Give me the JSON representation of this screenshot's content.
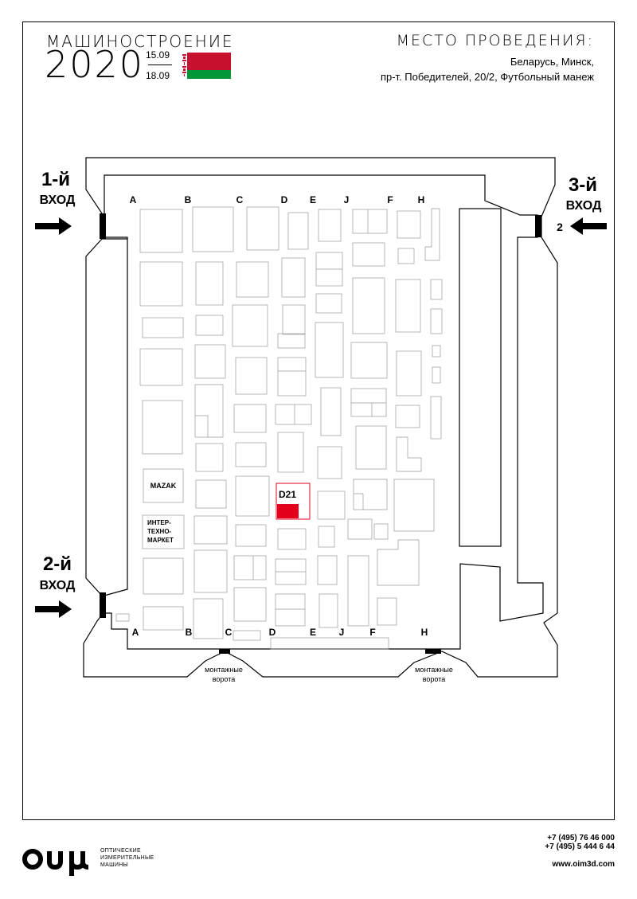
{
  "header": {
    "event_name": "МАШИНОСТРОЕНИЕ",
    "event_year": "2020",
    "date_start": "15.09",
    "date_end": "18.09",
    "flag_colors": {
      "red": "#C8102E",
      "green": "#009739",
      "ornament": "#C8102E"
    },
    "venue_title": "МЕСТО ПРОВЕДЕНИЯ:",
    "venue_line1": "Беларусь, Минск,",
    "venue_line2": "пр-т. Победителей, 20/2, Футбольный манеж"
  },
  "plan": {
    "entrance_1": {
      "line1": "1-й",
      "line2": "ВХОД"
    },
    "entrance_2": {
      "line1": "2-й",
      "line2": "ВХОД"
    },
    "entrance_3": {
      "line1": "3-й",
      "line2": "ВХОД",
      "number": "2"
    },
    "column_labels_top": [
      "A",
      "B",
      "C",
      "D",
      "E",
      "J",
      "F",
      "H"
    ],
    "column_labels_bottom": [
      "A",
      "B",
      "C",
      "D",
      "E",
      "J",
      "F",
      "H"
    ],
    "gate_left": {
      "line1": "монтажные",
      "line2": "ворота"
    },
    "gate_right": {
      "line1": "монтажные",
      "line2": "ворота"
    },
    "booth_mazak": "MAZAK",
    "booth_intertech": [
      "ИНТЕР-",
      "ТЕХНО-",
      "МАРКЕТ"
    ],
    "booth_highlight": "D21",
    "highlight_color": "#E2001A"
  },
  "footer": {
    "logo_text": "оиμ",
    "logo_desc": [
      "ОПТИЧЕСКИЕ",
      "ИЗМЕРИТЕЛЬНЫЕ",
      "МАШИНЫ"
    ],
    "phone1": "+7 (495) 76 46 000",
    "phone2": "+7 (495) 5 444 6 44",
    "website": "www.oim3d.com"
  }
}
